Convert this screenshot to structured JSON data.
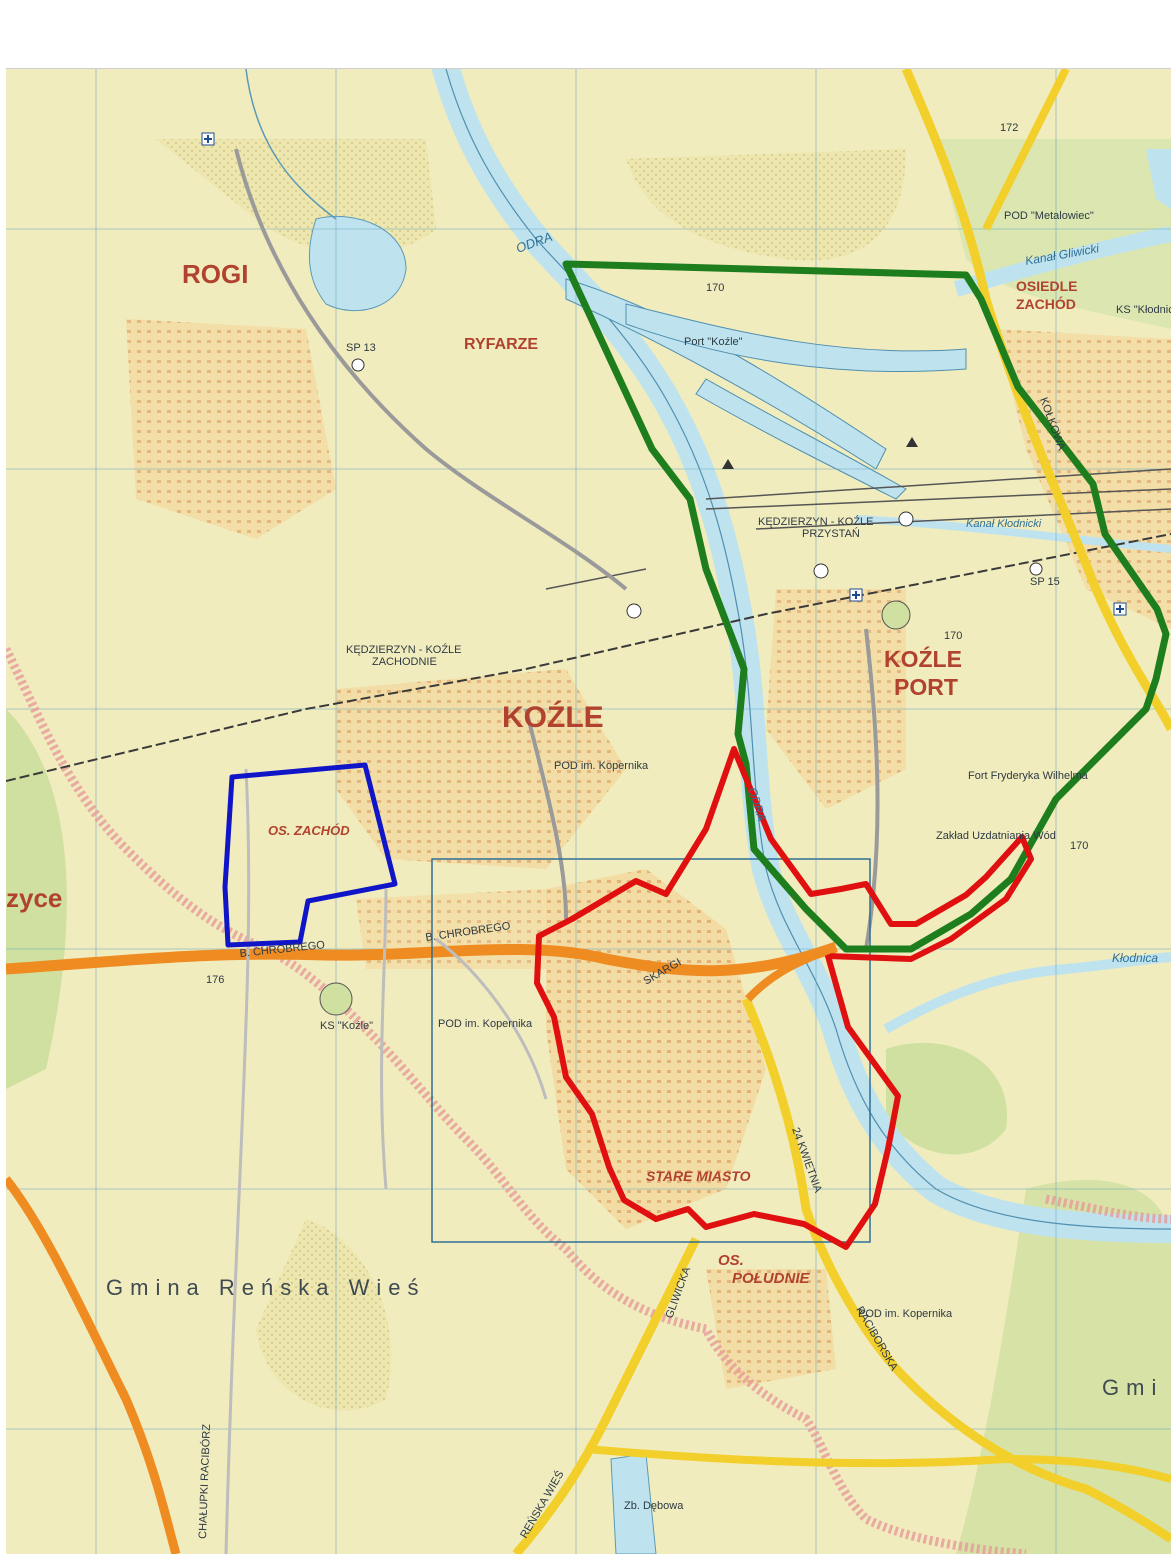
{
  "labels": {
    "rogi": "ROGI",
    "ryfarze": "RYFARZE",
    "kozle": "KOŹLE",
    "kozle_port_1": "KOŹLE",
    "kozle_port_2": "PORT",
    "osiedle_zachod_1": "OSIEDLE",
    "osiedle_zachod_2": "ZACHÓD",
    "os_zachod": "OS. ZACHÓD",
    "os_poludnie_1": "OS.",
    "os_poludnie_2": "POŁUDNIE",
    "stare_miasto": "STARE MIASTO",
    "port_kozle": "Port \"Koźle\"",
    "odra_north": "ODRA",
    "odra_mid": "ODRA",
    "kanal_gliwicki": "Kanał Gliwicki",
    "kanal_klodnicki": "Kanał Kłodnicki",
    "klodnica": "Kłodnica",
    "gmina_renska_wies": "Gmina Reńska Wieś",
    "gmi": "Gmi",
    "zyce": "zyce",
    "station_west_1": "KĘDZIERZYN - KOŹLE",
    "station_west_2": "ZACHODNIE",
    "station_port_1": "KĘDZIERZYN - KOŹLE",
    "station_port_2": "PRZYSTAŃ",
    "pod_kopernika_1": "POD im. Kopernika",
    "pod_kopernika_2": "POD im. Kopernika",
    "pod_kopernika_3": "POD im. Kopernika",
    "pod_metalowiec": "POD \"Metalowiec\"",
    "ks_kozle": "KS \"Koźle\"",
    "ks_klodnica": "KS \"Kłodnica\"",
    "fort": "Fort Fryderyka Wilhelma",
    "zaklad": "Zakład Uzdatniania Wód",
    "b_chrobrego": "B. CHROBREGO",
    "b_chrobrego_2": "B. CHROBREGO",
    "kwietnia": "24 KWIETNIA",
    "raciborska": "RACIBORSKA",
    "gliwicka": "GLIWICKA",
    "renska_wies": "REŃSKA WIEŚ",
    "chalupki": "CHAŁUPKI RACIBÓRZ",
    "zb_debowa": "Zb. Dębowa",
    "slozkowa": "KOŁKOWA",
    "skargi": "SKARGI",
    "sp_13": "SP 13",
    "sp_15": "SP 15",
    "r_170a": "170",
    "r_170b": "170",
    "r_170c": "170",
    "r_176": "176",
    "r_172": "172"
  },
  "colors": {
    "green_boundary": "#1e7e1e",
    "blue_boundary": "#1016c8",
    "red_boundary": "#e01010",
    "map_background": "#f1ecbd",
    "water": "#bfe3ee",
    "road_main": "#ee8c22",
    "road_yellow": "#f3cf2c"
  }
}
